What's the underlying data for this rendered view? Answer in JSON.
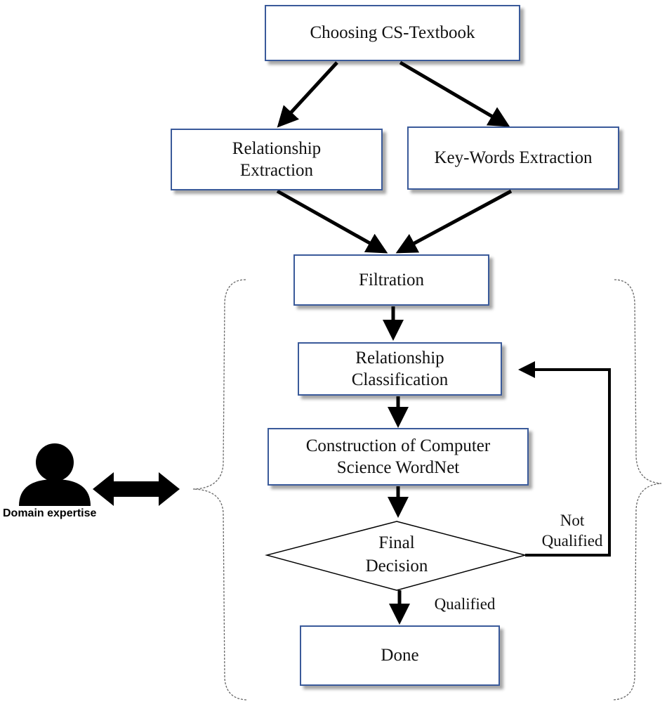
{
  "nodes": {
    "choosing": "Choosing CS-Textbook",
    "relationship_extraction": "Relationship\nExtraction",
    "keywords_extraction": "Key-Words Extraction",
    "filtration": "Filtration",
    "relationship_classification": "Relationship\nClassification",
    "construction": "Construction of Computer\nScience WordNet",
    "final_decision": "Final\nDecision",
    "done": "Done"
  },
  "edge_labels": {
    "qualified": "Qualified",
    "not_qualified": "Not\nQualified"
  },
  "actor": {
    "caption": "Domain expertise",
    "icon": "person-icon"
  },
  "colors": {
    "box_border": "#3a5a9a",
    "arrow": "#000000"
  }
}
